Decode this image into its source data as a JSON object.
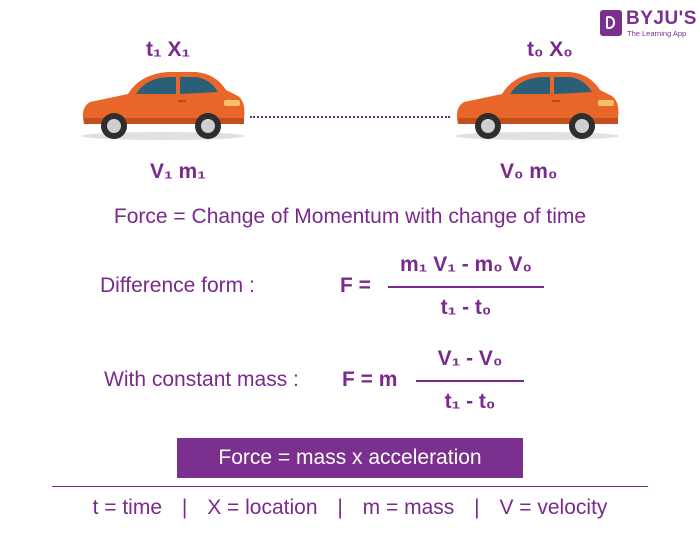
{
  "logo": {
    "name": "BYJU'S",
    "tagline": "The Learning App"
  },
  "car_left": {
    "top_label": "t₁ X₁",
    "bottom_label": "V₁ m₁"
  },
  "car_right": {
    "top_label": "t₀ X₀",
    "bottom_label": "V₀ m₀"
  },
  "statement": "Force = Change of Momentum with change of time",
  "difference_form": {
    "label": "Difference form :",
    "lhs": "F =",
    "numerator": "m₁ V₁ - m₀ V₀",
    "denominator": "t₁ - t₀"
  },
  "constant_mass": {
    "label": "With constant mass :",
    "lhs": "F = m",
    "numerator": "V₁ -  V₀",
    "denominator": "t₁ - t₀"
  },
  "banner": "Force = mass x acceleration",
  "legend": {
    "items": [
      "t = time",
      "X = location",
      "m = mass",
      "V = velocity"
    ],
    "separator": "|"
  },
  "colors": {
    "primary": "#7a2a8c",
    "car_body": "#e8662a",
    "banner_bg": "#7b2f8e"
  },
  "icons": [
    "car-left-icon",
    "car-right-icon",
    "byjus-logo-icon"
  ]
}
